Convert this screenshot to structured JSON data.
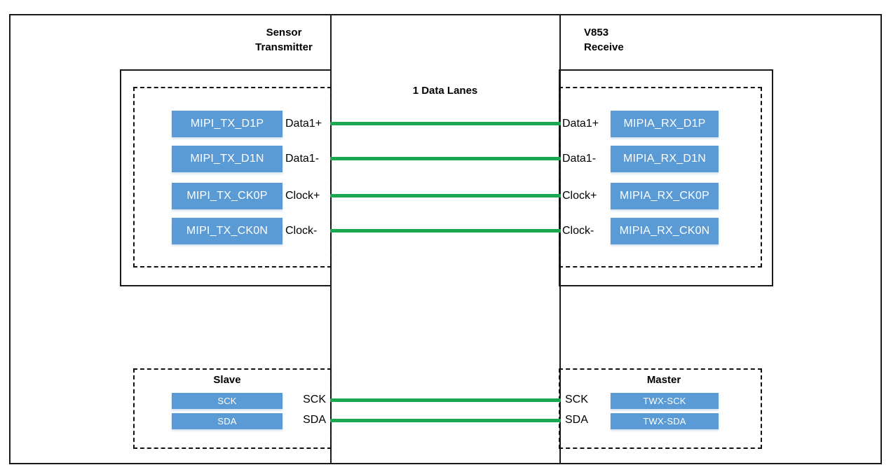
{
  "diagram": {
    "left_panel": {
      "title": "Sensor\nTransmitter",
      "mipi_group": {
        "pins": [
          {
            "chip": "MIPI_TX_D1P",
            "signal": "Data1+"
          },
          {
            "chip": "MIPI_TX_D1N",
            "signal": "Data1-"
          },
          {
            "chip": "MIPI_TX_CK0P",
            "signal": "Clock+"
          },
          {
            "chip": "MIPI_TX_CK0N",
            "signal": "Clock-"
          }
        ]
      },
      "i2c_group": {
        "title": "Slave",
        "pins": [
          {
            "chip": "SCK",
            "signal": "SCK"
          },
          {
            "chip": "SDA",
            "signal": "SDA"
          }
        ]
      }
    },
    "right_panel": {
      "title": "V853\nReceive",
      "mipi_group": {
        "pins": [
          {
            "signal": "Data1+",
            "chip": "MIPIA_RX_D1P"
          },
          {
            "signal": "Data1-",
            "chip": "MIPIA_RX_D1N"
          },
          {
            "signal": "Clock+",
            "chip": "MIPIA_RX_CK0P"
          },
          {
            "signal": "Clock-",
            "chip": "MIPIA_RX_CK0N"
          }
        ]
      },
      "i2c_group": {
        "title": "Master",
        "pins": [
          {
            "signal": "SCK",
            "chip": "TWX-SCK"
          },
          {
            "signal": "SDA",
            "chip": "TWX-SDA"
          }
        ]
      }
    },
    "center": {
      "lanes_label": "1 Data Lanes"
    },
    "colors": {
      "chip_blue": "#5B9BD5",
      "wire_green": "#19A84F",
      "line_black": "#1a1a1a",
      "text_black": "#000000",
      "background": "#ffffff"
    }
  }
}
